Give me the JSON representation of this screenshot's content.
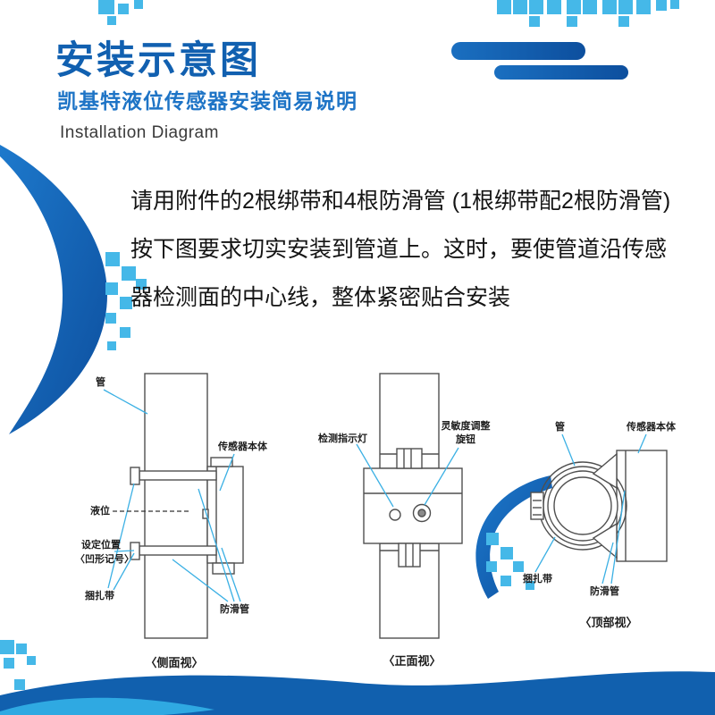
{
  "colors": {
    "primary_blue": "#1160b0",
    "subtitle_blue": "#1e74c6",
    "accent_light_blue": "#45b8e8",
    "leader_line_cyan": "#3bb0e4",
    "line_art_gray": "#4f4f4f",
    "wave_blue": "#1160ae"
  },
  "header": {
    "title": "安装示意图",
    "subtitle_cn": "凯基特液位传感器安装简易说明",
    "subtitle_en": "Installation Diagram"
  },
  "intro": {
    "lines": [
      "请用附件的2根绑带和4根防滑管 (1根绑带配2根防滑管)",
      "按下图要求切实安装到管道上。这时，要使管道沿传感",
      "器检测面的中心线，整体紧密贴合安装"
    ]
  },
  "diagrams": {
    "side_view": {
      "caption": "〈侧面视〉",
      "labels": {
        "pipe": "管",
        "sensor_body": "传感器本体",
        "liquid_level": "液位",
        "set_position_line1": "设定位置",
        "set_position_line2": "〈凹形记号〉",
        "binding_band": "捆扎带",
        "anti_slip_tube": "防滑管"
      }
    },
    "front_view": {
      "caption": "〈正面视〉",
      "labels": {
        "indicator_light": "检测指示灯",
        "sensitivity_knob_line1": "灵敏度调整",
        "sensitivity_knob_line2": "旋钮"
      }
    },
    "top_view": {
      "caption": "〈顶部视〉",
      "labels": {
        "pipe": "管",
        "sensor_body": "传感器本体",
        "binding_band": "捆扎带",
        "anti_slip_tube": "防滑管"
      }
    }
  }
}
